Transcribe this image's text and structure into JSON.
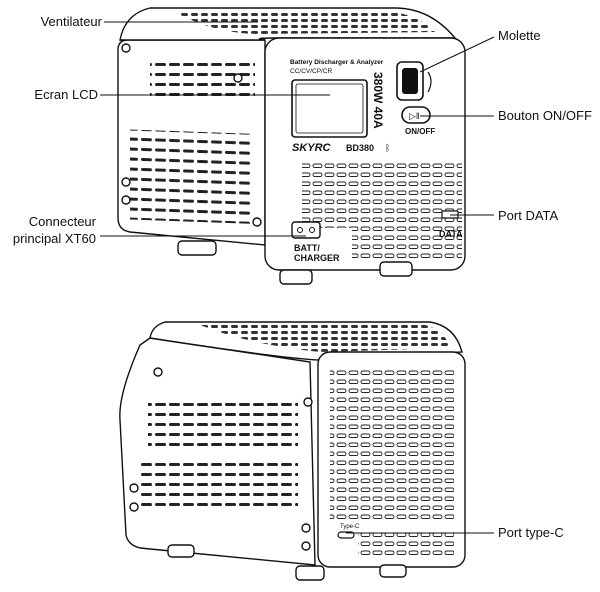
{
  "callouts": {
    "fan": "Ventilateur",
    "lcd": "Ecran LCD",
    "xt60_line1": "Connecteur",
    "xt60_line2": "principal XT60",
    "knob": "Molette",
    "onoff_button": "Bouton ON/OFF",
    "data_port": "Port DATA",
    "typec_port": "Port type-C"
  },
  "device": {
    "product_line1": "Battery Discharger & Analyzer",
    "product_line2": "CC/CV/CP/CR",
    "power_rating": "380W 40A",
    "brand": "SKYRC",
    "model": "BD380",
    "onoff_label": "ON/OFF",
    "data_label": "DATA",
    "batt_label1": "BATT/",
    "batt_label2": "CHARGER",
    "typec_label": "Type-C"
  }
}
